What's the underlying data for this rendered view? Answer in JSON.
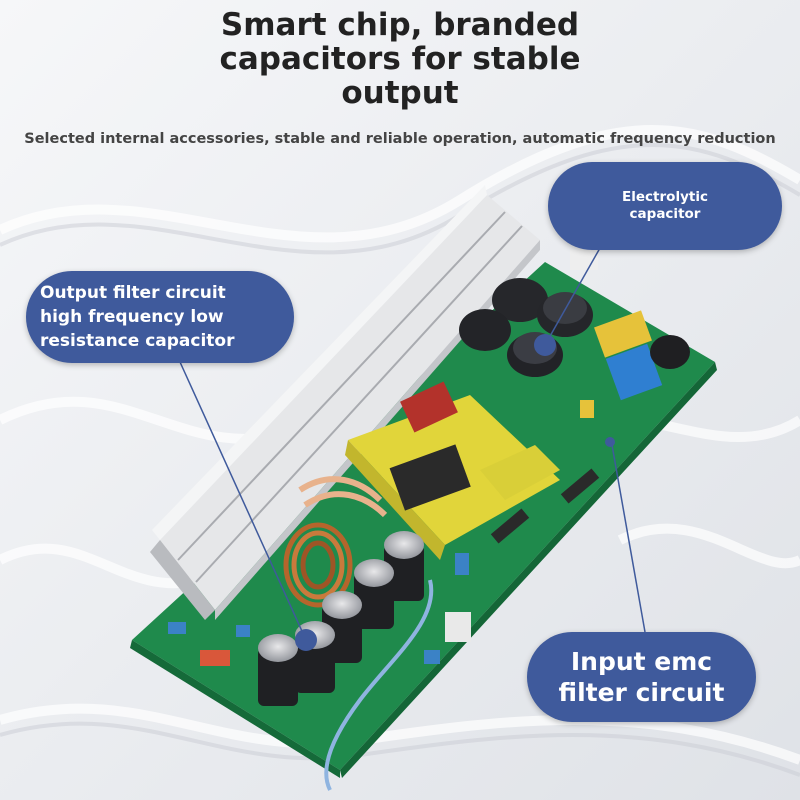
{
  "header": {
    "title": "Smart chip, branded\ncapacitors for stable\noutput",
    "subtitle": "Selected internal accessories, stable and reliable operation, automatic frequency reduction"
  },
  "callouts": {
    "electrolytic": "Electrolytic\ncapacitor",
    "output_filter": "Output filter circuit\nhigh frequency low\nresistance capacitor",
    "input_emc": "Input emc\nfilter circuit"
  },
  "colors": {
    "callout_bg": "#3f5a9c",
    "pcb": "#1f8a4c",
    "heatsink": "#d9dadc",
    "transformer": "#e1d53a"
  }
}
